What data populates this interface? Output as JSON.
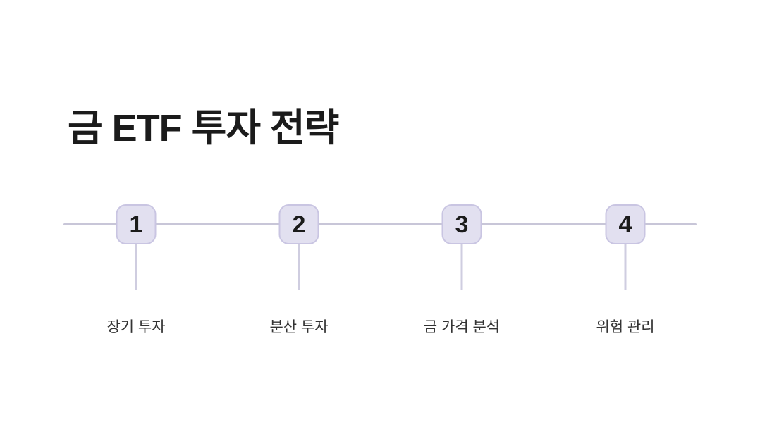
{
  "title": "금 ETF 투자 전략",
  "timeline": {
    "steps": [
      {
        "number": "1",
        "label": "장기 투자"
      },
      {
        "number": "2",
        "label": "분산 투자"
      },
      {
        "number": "3",
        "label": "금 가격 분석"
      },
      {
        "number": "4",
        "label": "위험 관리"
      }
    ]
  },
  "colors": {
    "background": "#ffffff",
    "title_text": "#1b1b1b",
    "node_fill": "#e2e0f0",
    "node_border": "#c9c5e2",
    "node_number": "#1b1b1b",
    "axis_line": "#c8c6d8",
    "connector_line": "#cfcde0",
    "label_text": "#333333"
  }
}
